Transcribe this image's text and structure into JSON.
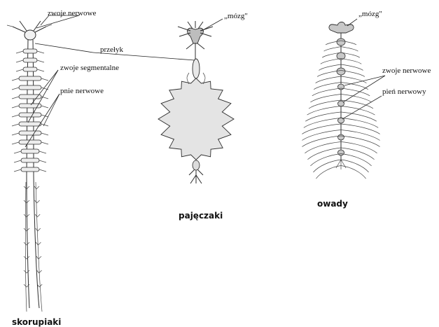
{
  "labels": {
    "zwoje_nerwowe_left": "zwoje nerwowe",
    "przelyk": "przełyk",
    "zwoje_segmentalne": "zwoje segmentalne",
    "pnie_nerwowe": "pnie nerwowe",
    "mozg_middle": "„mózg\"",
    "mozg_right": "„mózg\"",
    "zwoje_nerwowe_right": "zwoje nerwowe",
    "pien_nerwowy": "pień nerwowy"
  },
  "captions": {
    "crustaceans": "skorupiaki",
    "arachnids": "pajęczaki",
    "insects": "owady"
  },
  "colors": {
    "ink": "#2c2c2c",
    "arachnid_body": "#e4e4e4",
    "arachnid_brain": "#bdbdbd",
    "insect_ganglion": "#c8c8c8",
    "background": "#ffffff"
  }
}
